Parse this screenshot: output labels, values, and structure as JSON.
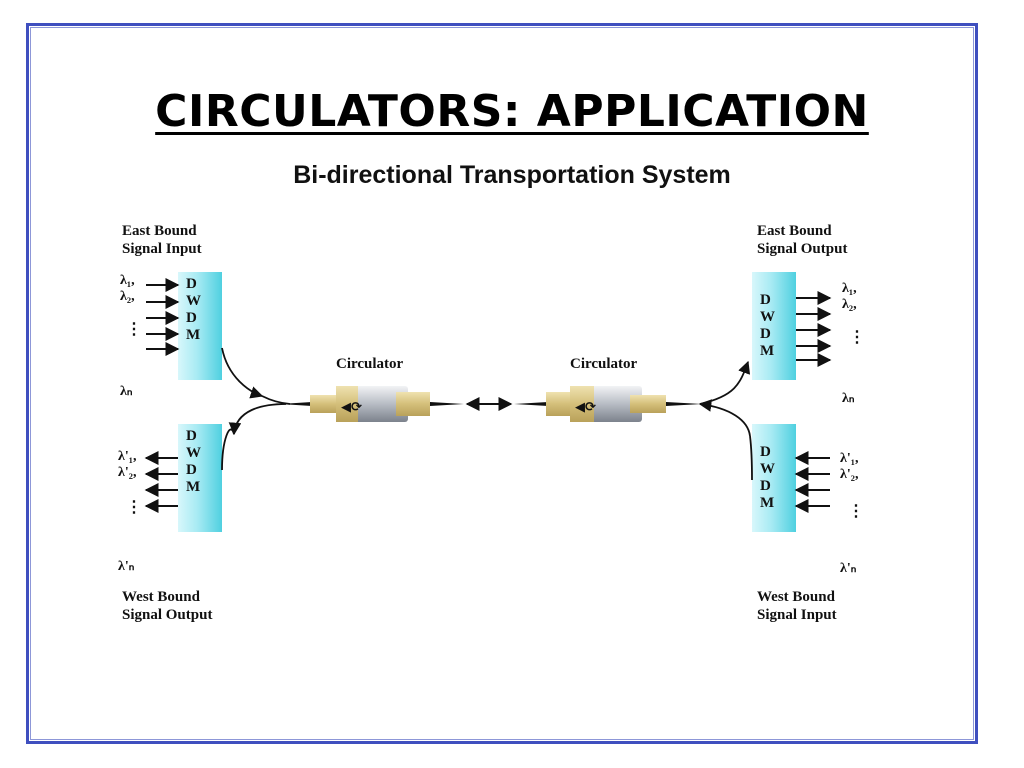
{
  "slide": {
    "title": "CIRCULATORS: APPLICATION",
    "subtitle": "Bi-directional Transportation System"
  },
  "labels": {
    "east_input": [
      "East Bound",
      "Signal Input"
    ],
    "west_output": [
      "West Bound",
      "Signal Output"
    ],
    "east_output": [
      "East Bound",
      "Signal Output"
    ],
    "west_input": [
      "West Bound",
      "Signal Input"
    ]
  },
  "wavelengths": {
    "l1": "λ₁,",
    "l2": "λ₂,",
    "ln": "λₙ",
    "lp1": "λ'₁,",
    "lp2": "λ'₂,",
    "lpn": "λ'ₙ",
    "dots": "⋮"
  },
  "dwdm_letters": [
    "D",
    "W",
    "D",
    "M"
  ],
  "circulator_label": "Circulator",
  "colors": {
    "frame": "#3f4fbf",
    "dwdm_fill": "#4fd0e0",
    "circulator_body": "#d9c78a",
    "circulator_core": "#9aa0a8",
    "fiber": "#111111"
  }
}
